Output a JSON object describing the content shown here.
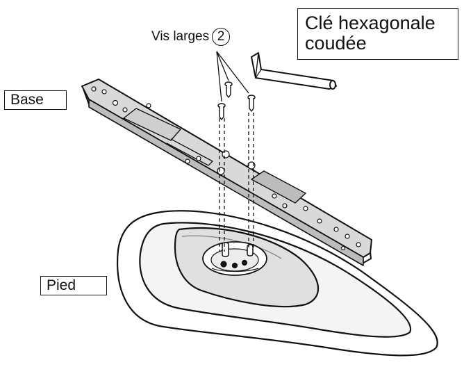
{
  "labels": {
    "base": "Base",
    "foot": "Pied",
    "hex_key_line1": "Clé hexagonale",
    "hex_key_line2": "coudée",
    "screws": "Vis larges",
    "screws_count": "2"
  }
}
